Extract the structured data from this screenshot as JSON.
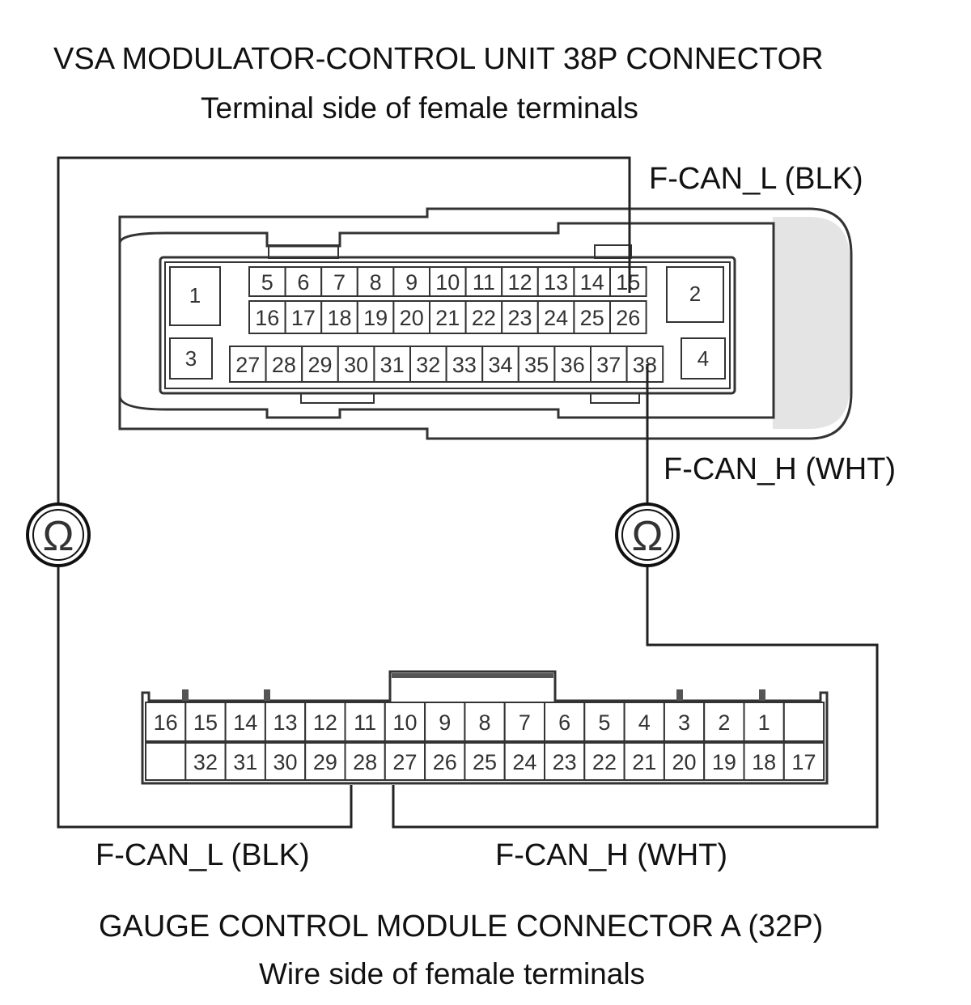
{
  "top_connector": {
    "title": "VSA MODULATOR-CONTROL UNIT 38P CONNECTOR",
    "subtitle": "Terminal side of female terminals",
    "pins": {
      "left_top": "1",
      "right_top": "2",
      "left_bottom": "3",
      "right_bottom": "4",
      "row1": [
        "5",
        "6",
        "7",
        "8",
        "9",
        "10",
        "11",
        "12",
        "13",
        "14",
        "15"
      ],
      "row2": [
        "16",
        "17",
        "18",
        "19",
        "20",
        "21",
        "22",
        "23",
        "24",
        "25",
        "26"
      ],
      "row3": [
        "27",
        "28",
        "29",
        "30",
        "31",
        "32",
        "33",
        "34",
        "35",
        "36",
        "37",
        "38"
      ]
    }
  },
  "bottom_connector": {
    "title": "GAUGE CONTROL MODULE CONNECTOR A (32P)",
    "subtitle": "Wire side of female terminals",
    "pins": {
      "row1": [
        "16",
        "15",
        "14",
        "13",
        "12",
        "11",
        "10",
        "9",
        "8",
        "7",
        "6",
        "5",
        "4",
        "3",
        "2",
        "1",
        ""
      ],
      "row2": [
        "",
        "32",
        "31",
        "30",
        "29",
        "28",
        "27",
        "26",
        "25",
        "24",
        "23",
        "22",
        "21",
        "20",
        "19",
        "18",
        "17"
      ]
    }
  },
  "wires": {
    "top_can_l": "F-CAN_L (BLK)",
    "top_can_h": "F-CAN_H (WHT)",
    "bottom_can_l": "F-CAN_L (BLK)",
    "bottom_can_h": "F-CAN_H (WHT)"
  },
  "meter_symbol": "Ω"
}
